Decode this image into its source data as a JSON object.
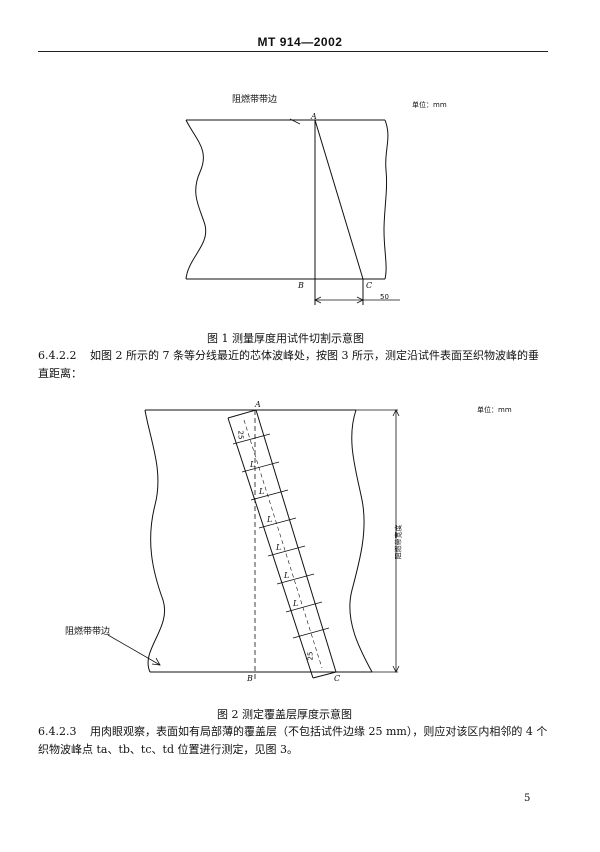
{
  "header": {
    "standard_code": "MT 914—2002"
  },
  "figure1": {
    "label_edge": "阻燃带带边",
    "unit": "单位：mm",
    "point_a": "A",
    "point_b": "B",
    "point_c": "C",
    "dimension_value": "50",
    "caption": "图 1   测量厚度用试件切割示意图"
  },
  "para_6_4_2_2": {
    "number": "6.4.2.2",
    "line1": "如图 2 所示的 7 条等分线最近的芯体波峰处，按图 3 所示，测定沿试件表面至织物波峰的垂",
    "line2": "直距离："
  },
  "figure2": {
    "unit": "单位：mm",
    "point_a": "A",
    "point_b": "B",
    "point_c": "C",
    "dim_25_top": "25",
    "dim_25_bottom": "25",
    "dim_l": "L",
    "width_label": "阻燃带宽度",
    "label_edge": "阻燃带带边",
    "caption": "图 2   测定覆盖层厚度示意图"
  },
  "para_6_4_2_3": {
    "number": "6.4.2.3",
    "line1": "用肉眼观察，表面如有局部薄的覆盖层（不包括试件边缘 25 mm），则应对该区内相邻的 4 个",
    "line2": "织物波峰点 ta、tb、tc、td 位置进行测定，见图 3。"
  },
  "footer": {
    "page_number": "5"
  }
}
